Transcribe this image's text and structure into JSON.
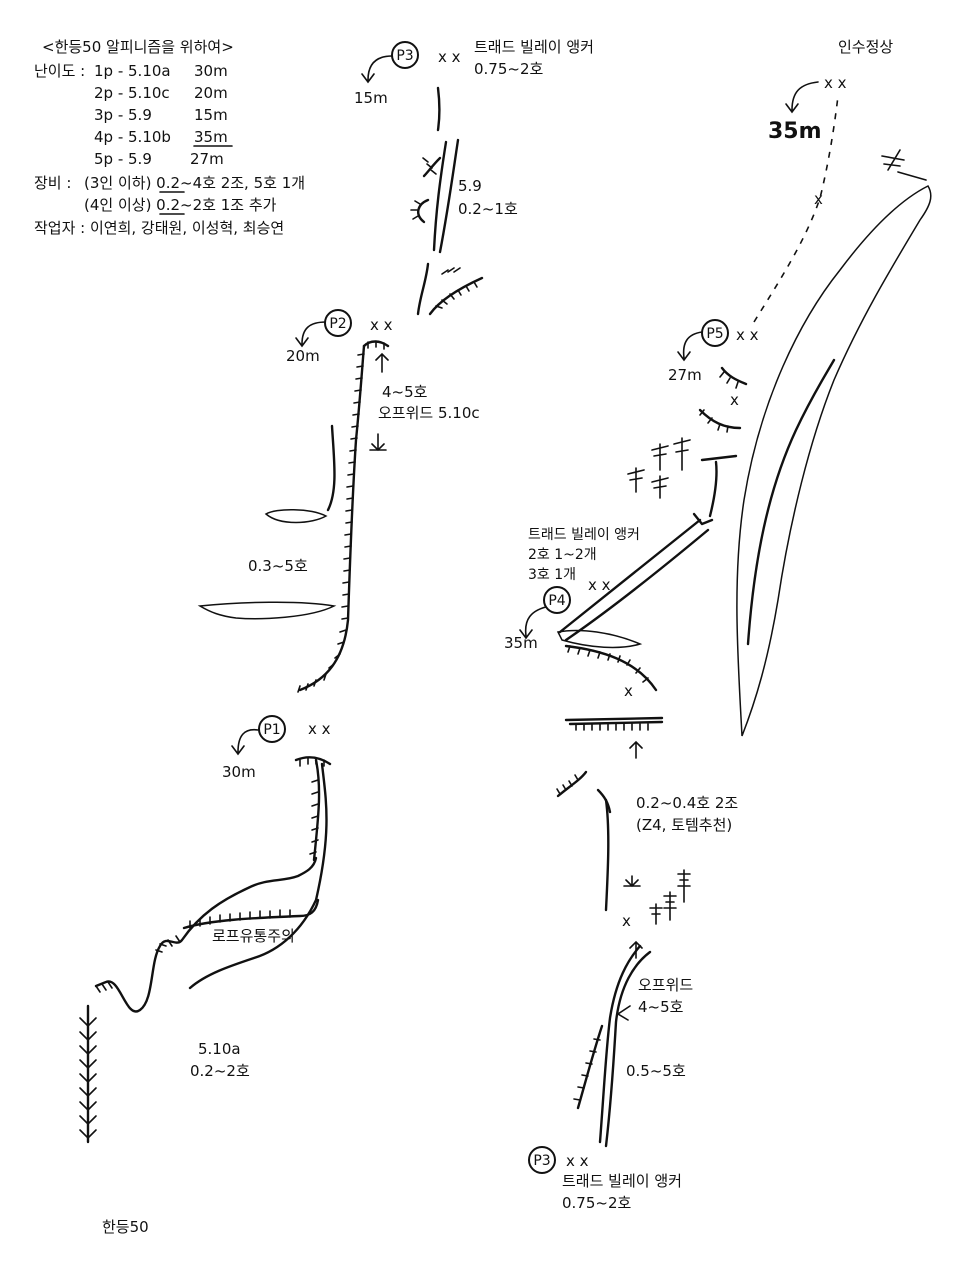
{
  "legend": {
    "title": "<한등50  알피니즘을 위하여>",
    "grade_label": "난이도 :",
    "pitches": [
      {
        "pitch": "1p - 5.10a",
        "length": "30m"
      },
      {
        "pitch": "2p - 5.10c",
        "length": "20m"
      },
      {
        "pitch": "3p - 5.9",
        "length": "15m"
      },
      {
        "pitch": "4p - 5.10b",
        "length": "35m"
      },
      {
        "pitch": "5p - 5.9",
        "length": "27m"
      }
    ],
    "gear_label": "장비 :",
    "gear_line1": "(3인 이하) 0.2~4호 2조, 5호 1개",
    "gear_line2": "(4인 이상) 0.2~2호 1조 추가",
    "authors": "작업자 : 이연희, 강태원, 이성혁, 최승연"
  },
  "belays": [
    {
      "id": "P1",
      "label": "P1",
      "length": "30m"
    },
    {
      "id": "P2",
      "label": "P2",
      "length": "20m"
    },
    {
      "id": "P3-top",
      "label": "P3",
      "length": "15m",
      "note1": "트래드 빌레이 앵커",
      "note2": "0.75~2호"
    },
    {
      "id": "P3-bottom",
      "label": "P3",
      "note1": "트래드 빌레이 앵커",
      "note2": "0.75~2호"
    },
    {
      "id": "P4",
      "label": "P4",
      "length": "35m",
      "note1": "트래드 빌레이 앵커",
      "note2": "2호 1~2개",
      "note3": "3호 1개"
    },
    {
      "id": "P5",
      "label": "P5",
      "length": "27m"
    }
  ],
  "annotations": {
    "start": "한등50",
    "rope_warning": "로프유통주의",
    "pitch1_grade": "5.10a",
    "pitch1_gear": "0.2~2호",
    "pitch2_cam": "0.3~5호",
    "pitch2_ow1": "4~5호",
    "pitch2_ow2": "오프위드 5.10c",
    "pitch3_grade": "5.9",
    "pitch3_gear": "0.2~1호",
    "right_ow1": "오프위드",
    "right_ow2": "4~5호",
    "right_cam": "0.5~5호",
    "right_upper1": "0.2~0.4호  2조",
    "right_upper2": "(Z4, 토템추천)",
    "summit": "인수정상",
    "last_length": "35m"
  },
  "bolt_mark": "x x",
  "single_bolt": "x"
}
